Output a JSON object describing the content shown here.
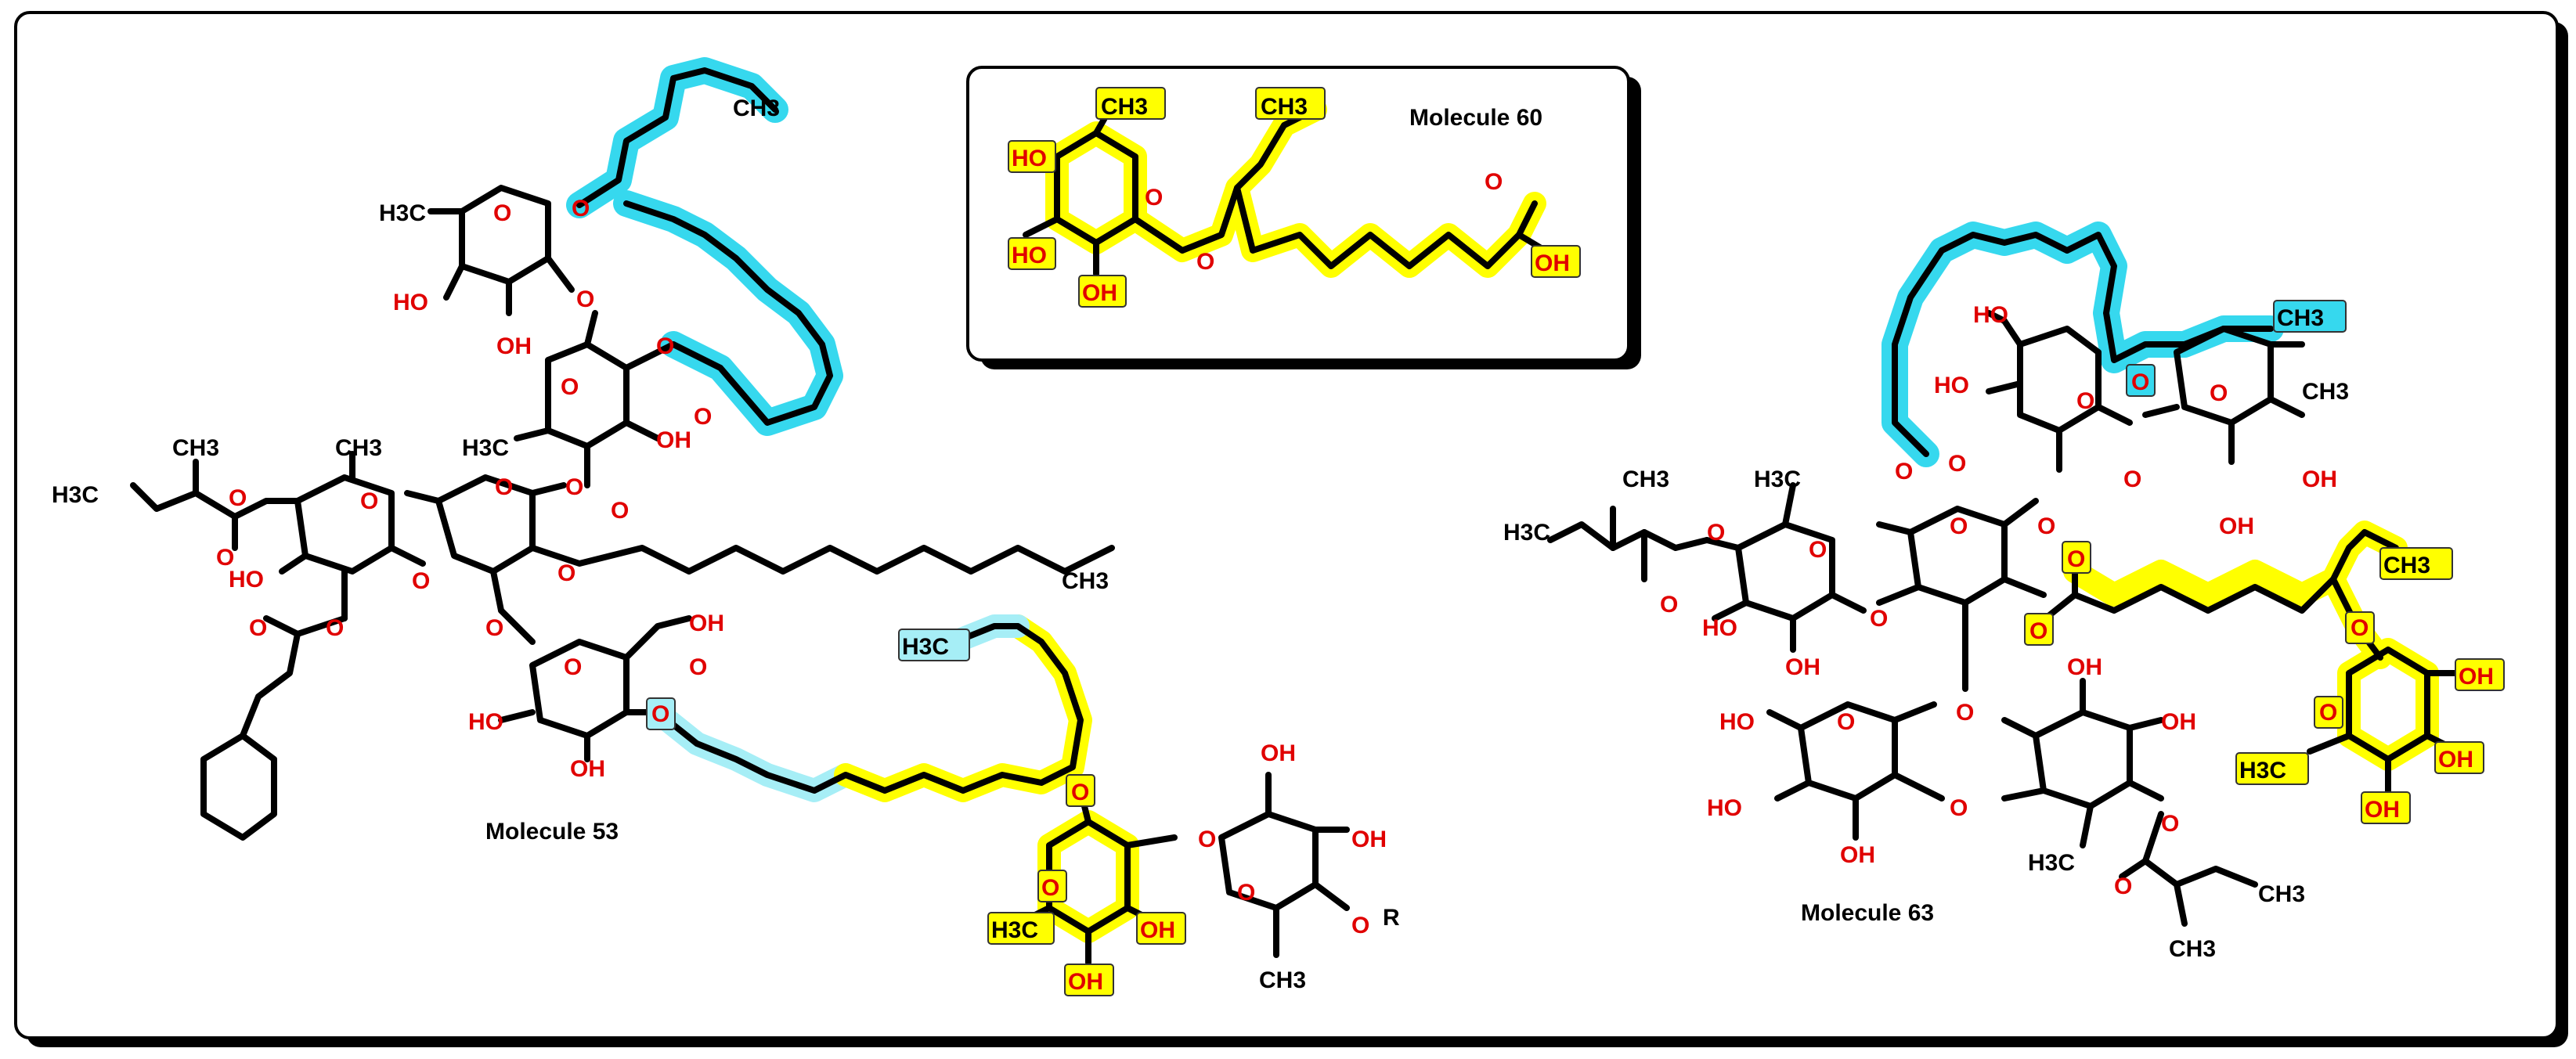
{
  "figure": {
    "labels": {
      "molecule_53": "Molecule 53",
      "molecule_60": "Molecule 60",
      "molecule_63": "Molecule 63"
    },
    "atom_text": {
      "ch3": "CH3",
      "h3c": "H3C",
      "oh": "OH",
      "ho": "HO",
      "o": "O",
      "r": "R"
    },
    "highlight_colors": {
      "cyan": "#36d8ee",
      "light_cyan": "#a6eef6",
      "yellow": "#ffff00",
      "oxygen_red": "#e00000"
    }
  }
}
